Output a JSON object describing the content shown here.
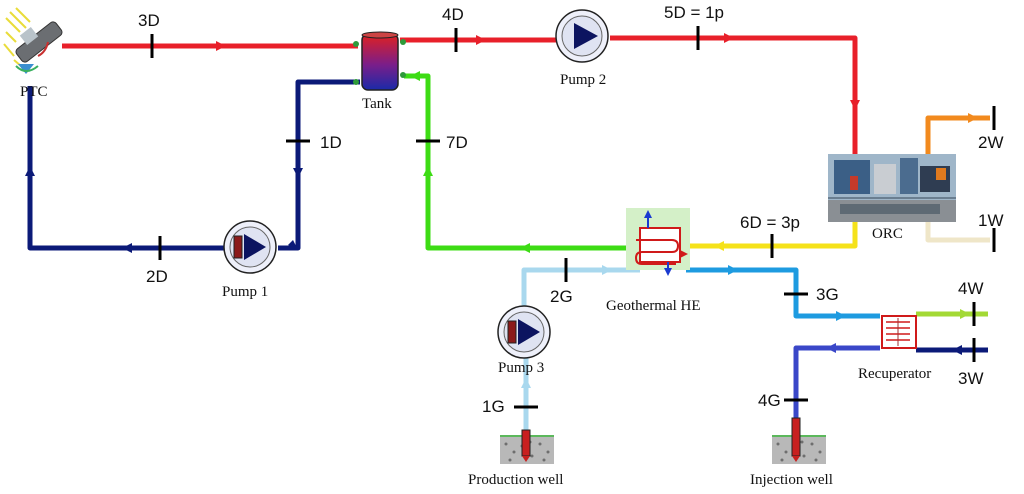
{
  "diagram": {
    "components": {
      "ptc": "PTC",
      "tank": "Tank",
      "pump1": "Pump 1",
      "pump2": "Pump 2",
      "pump3": "Pump 3",
      "orc": "ORC",
      "geothermal_he": "Geothermal HE",
      "recuperator": "Recuperator",
      "production_well": "Production well",
      "injection_well": "Injection well"
    },
    "states": {
      "s1d": "1D",
      "s2d": "2D",
      "s3d": "3D",
      "s4d": "4D",
      "s5d": "5D = 1p",
      "s6d": "6D = 3p",
      "s7d": "7D",
      "s1g": "1G",
      "s2g": "2G",
      "s3g": "3G",
      "s4g": "4G",
      "s1w": "1W",
      "s2w": "2W",
      "s3w": "3W",
      "s4w": "4W"
    },
    "colors": {
      "hot_loop": "#e8202a",
      "return_loop": "#0b1a78",
      "green_loop": "#3ddc14",
      "orc_outlet": "#f5e21a",
      "geo_cold": "#a9d8ee",
      "geo_hot": "#1e9be0",
      "injection": "#3a47c8",
      "water_hot": "#f28a1e",
      "water_cool": "#efe6c8",
      "water_warm": "#a3d935",
      "water_cold": "#0b1a78"
    }
  }
}
